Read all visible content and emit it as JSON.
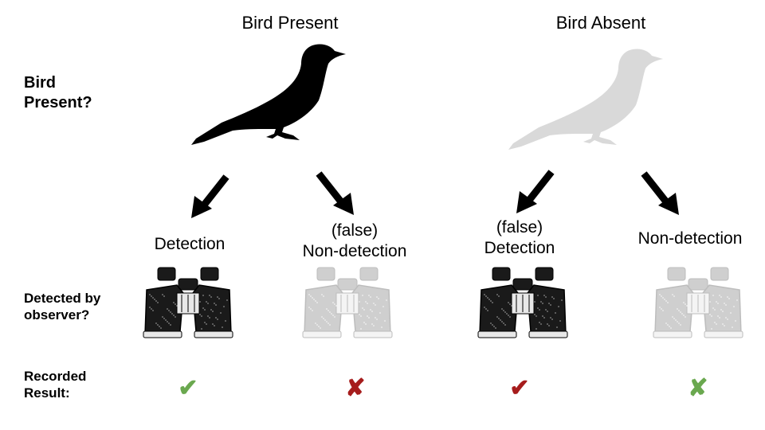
{
  "rows": {
    "bird_present": "Bird Present?",
    "detected": "Detected by observer?",
    "recorded": "Recorded Result:"
  },
  "columns": {
    "present": "Bird Present",
    "absent": "Bird Absent"
  },
  "outcomes": [
    {
      "prefix": "",
      "label": "Detection",
      "detected": true,
      "mark": "✔",
      "mark_color": "#6aa84f"
    },
    {
      "prefix": "(false)",
      "label": "Non-detection",
      "detected": false,
      "mark": "✘",
      "mark_color": "#a61c1c"
    },
    {
      "prefix": "(false)",
      "label": "Detection",
      "detected": true,
      "mark": "✔",
      "mark_color": "#a61c1c"
    },
    {
      "prefix": "",
      "label": "Non-detection",
      "detected": false,
      "mark": "✘",
      "mark_color": "#6aa84f"
    }
  ],
  "colors": {
    "bird_present": "#000000",
    "bird_absent": "#d9d9d9",
    "binoculars_faded": "#cfcfcf"
  },
  "icons": [
    "bird-silhouette-icon",
    "binoculars-icon",
    "arrow-icon",
    "check-icon",
    "cross-icon"
  ]
}
